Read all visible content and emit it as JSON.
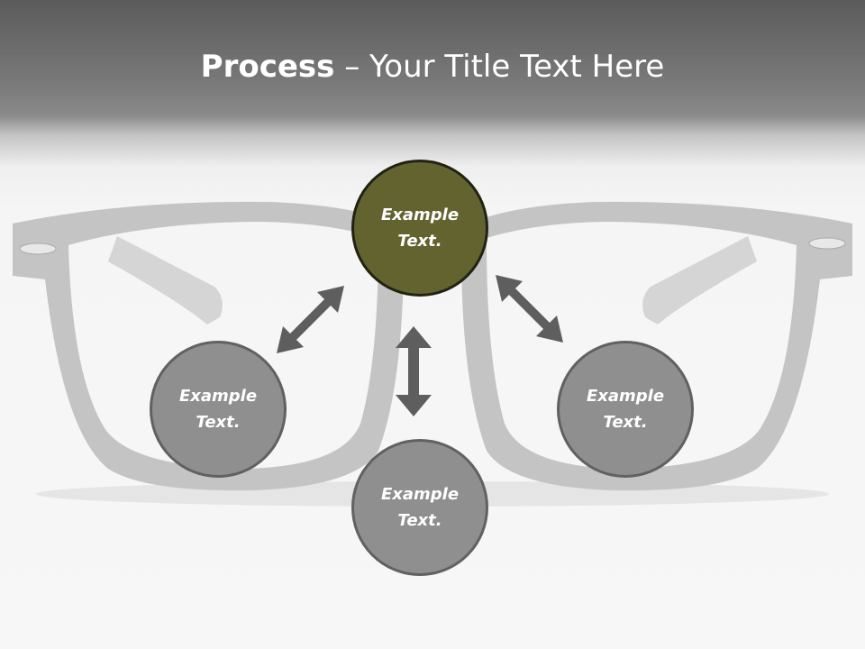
{
  "title": {
    "bold_part": "Process",
    "separator": " – ",
    "regular_part": "Your Title Text Here"
  },
  "nodes": {
    "top": {
      "line1": "Example",
      "line2": "Text."
    },
    "left": {
      "line1": "Example",
      "line2": "Text."
    },
    "right": {
      "line1": "Example",
      "line2": "Text."
    },
    "bottom": {
      "line1": "Example",
      "line2": "Text."
    }
  },
  "colors": {
    "accent_node": "#63632f",
    "accent_node_border": "#222214",
    "node": "#8f8f8f",
    "node_border": "#616161",
    "arrow": "#5e5e5e",
    "header_band": "#5b5b5b"
  },
  "icons": {
    "background": "eyeglasses-illustration",
    "connectors": "double-headed-arrow"
  }
}
